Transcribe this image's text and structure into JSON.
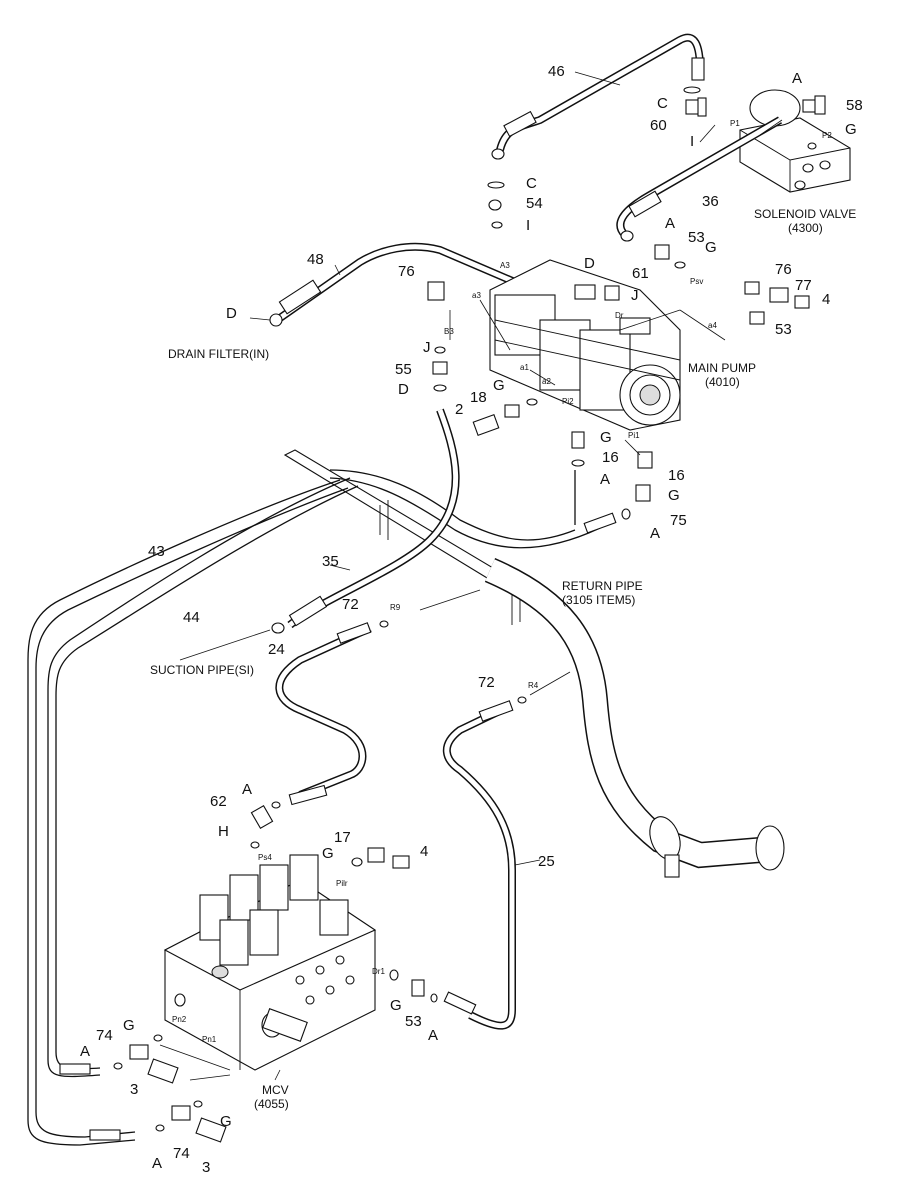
{
  "callouts": {
    "n46": "46",
    "nC1": "C",
    "n60": "60",
    "nA1": "A",
    "n58": "58",
    "nG1": "G",
    "nI1": "I",
    "nP1": "P1",
    "nP2": "P2",
    "nC2": "C",
    "n54": "54",
    "nI2": "I",
    "n36": "36",
    "nA2": "A",
    "n53a": "53",
    "nG2": "G",
    "n48": "48",
    "n76a": "76",
    "nD1": "D",
    "n61": "61",
    "nJ1": "J",
    "nA3": "A3",
    "na3": "a3",
    "nDr": "Dr",
    "n76b": "76",
    "n77": "77",
    "n4a": "4",
    "nPsv": "Psv",
    "na4": "a4",
    "n53b": "53",
    "nD2": "D",
    "nJ2": "J",
    "nB3": "B3",
    "n55": "55",
    "nD3": "D",
    "na1": "a1",
    "na2": "a2",
    "nG3": "G",
    "n18": "18",
    "n2": "2",
    "nPi2": "Pi2",
    "nG4": "G",
    "n16a": "16",
    "nA4": "A",
    "nPi1": "Pi1",
    "n16b": "16",
    "nG5": "G",
    "n75": "75",
    "nA5": "A",
    "n43": "43",
    "n44": "44",
    "n35": "35",
    "n72a": "72",
    "nR9": "R9",
    "n24": "24",
    "n72b": "72",
    "nR4": "R4",
    "nA6": "A",
    "n62": "62",
    "nH": "H",
    "nPs4": "Ps4",
    "n17": "17",
    "nG6": "G",
    "n4b": "4",
    "nPilr": "Pilr",
    "n25": "25",
    "nDr1": "Dr1",
    "nG7": "G",
    "n53c": "53",
    "nA7": "A",
    "nPn2": "Pn2",
    "nPn1": "Pn1",
    "n74a": "74",
    "nG8": "G",
    "nA8": "A",
    "n3a": "3",
    "nG9": "G",
    "n74b": "74",
    "nA9": "A",
    "n3b": "3"
  },
  "captions": {
    "solenoid_1": "SOLENOID VALVE",
    "solenoid_2": "(4300)",
    "drain": "DRAIN FILTER(IN)",
    "pump_1": "MAIN PUMP",
    "pump_2": "(4010)",
    "return_1": "RETURN PIPE",
    "return_2": "(3105 ITEM5)",
    "suction": "SUCTION PIPE(SI)",
    "mcv_1": "MCV",
    "mcv_2": "(4055)"
  }
}
